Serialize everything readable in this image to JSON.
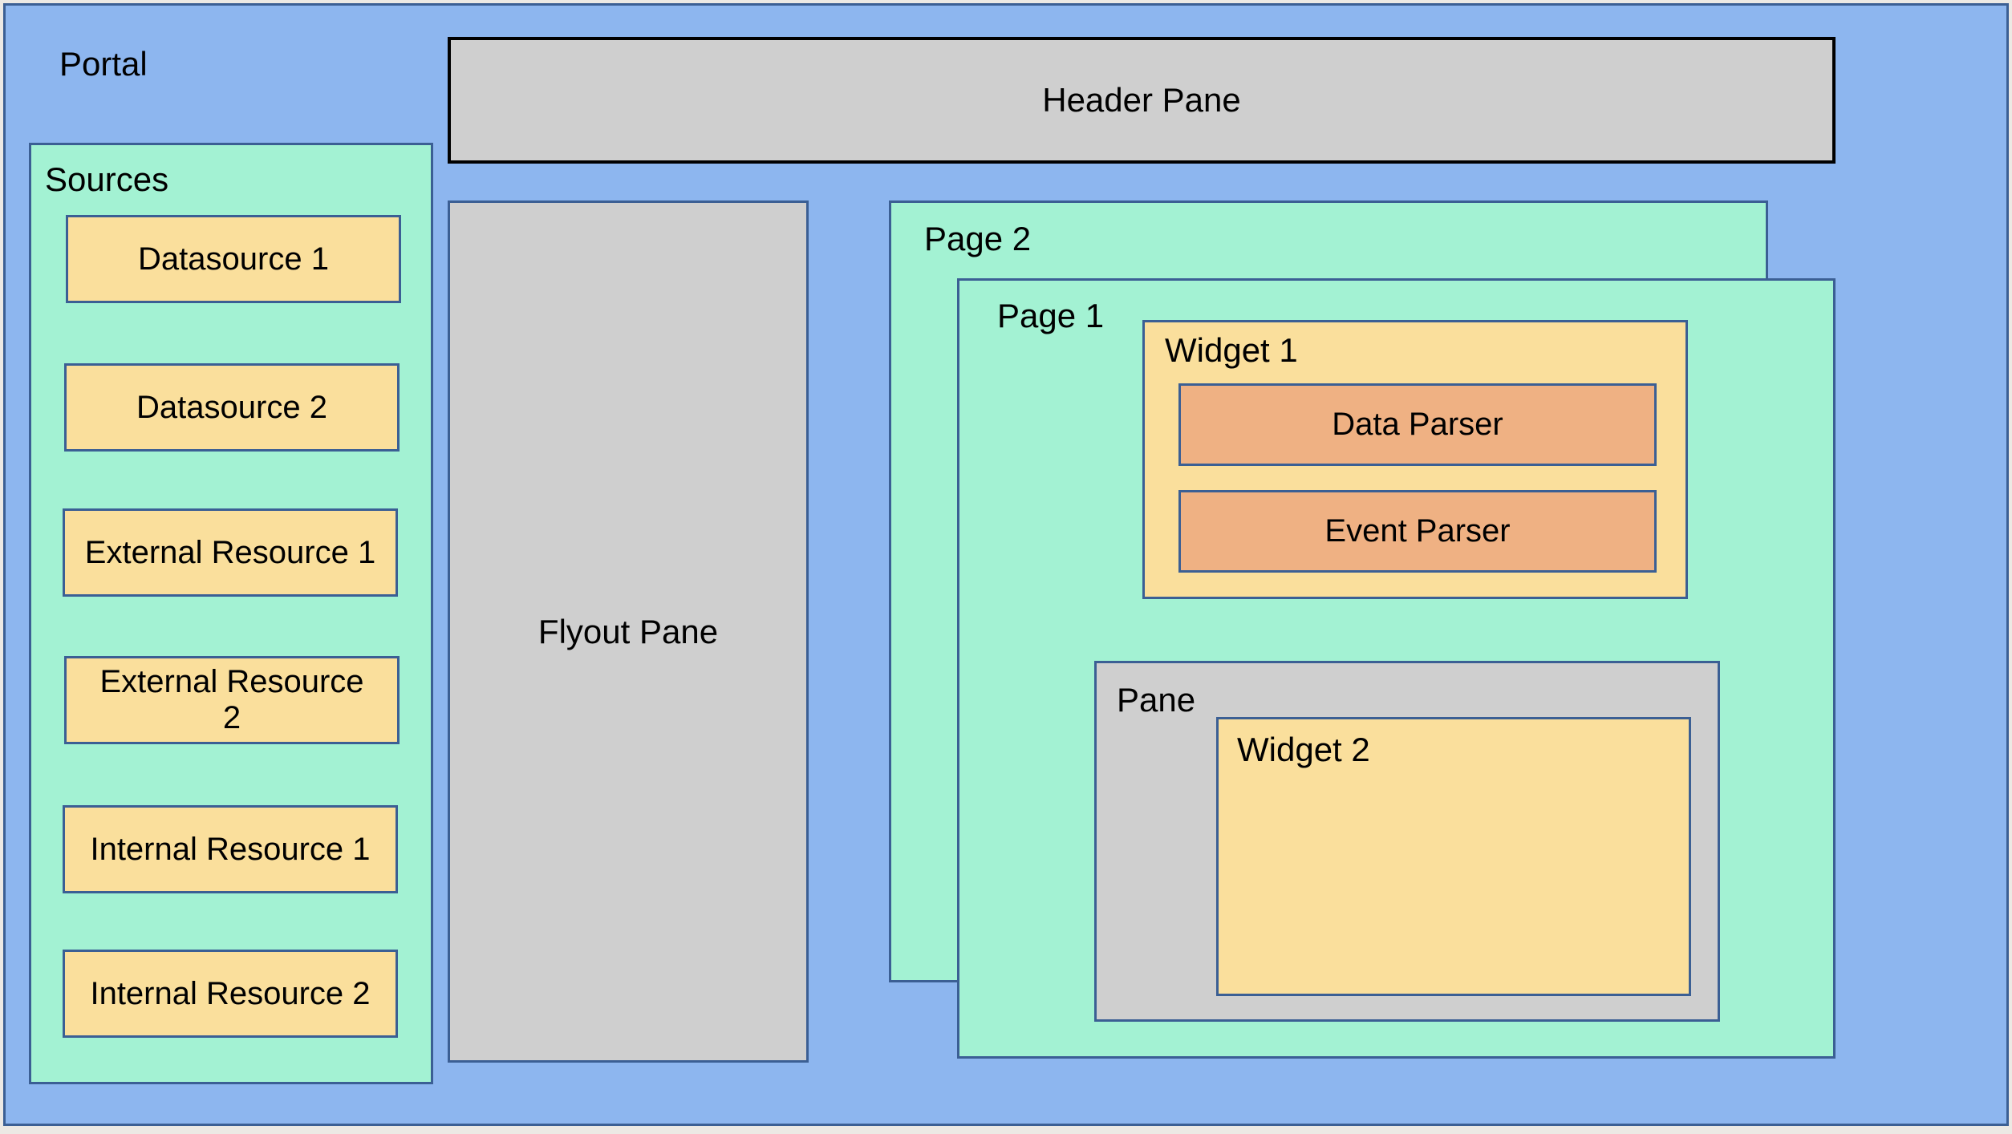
{
  "diagram": {
    "title": "Portal",
    "colors": {
      "portal_fill": "#8db6ef",
      "group_fill": "#a3f2d3",
      "pane_fill": "#cfcfcf",
      "widget_fill": "#fadf9c",
      "parser_fill": "#efb183",
      "border": "#3b5f94",
      "header_border": "#000000"
    },
    "portal": {
      "label": "Portal"
    },
    "sources": {
      "label": "Sources",
      "items": [
        {
          "label": "Datasource 1"
        },
        {
          "label": "Datasource 2"
        },
        {
          "label": "External Resource 1"
        },
        {
          "label": "External Resource 2"
        },
        {
          "label": "Internal Resource 1"
        },
        {
          "label": "Internal Resource 2"
        }
      ]
    },
    "header_pane": {
      "label": "Header Pane"
    },
    "flyout_pane": {
      "label": "Flyout Pane"
    },
    "page_2": {
      "label": "Page 2"
    },
    "page_1": {
      "label": "Page 1",
      "widget_1": {
        "label": "Widget 1",
        "parsers": [
          {
            "label": "Data Parser"
          },
          {
            "label": "Event Parser"
          }
        ]
      },
      "pane": {
        "label": "Pane",
        "widget_2": {
          "label": "Widget 2"
        }
      }
    }
  }
}
